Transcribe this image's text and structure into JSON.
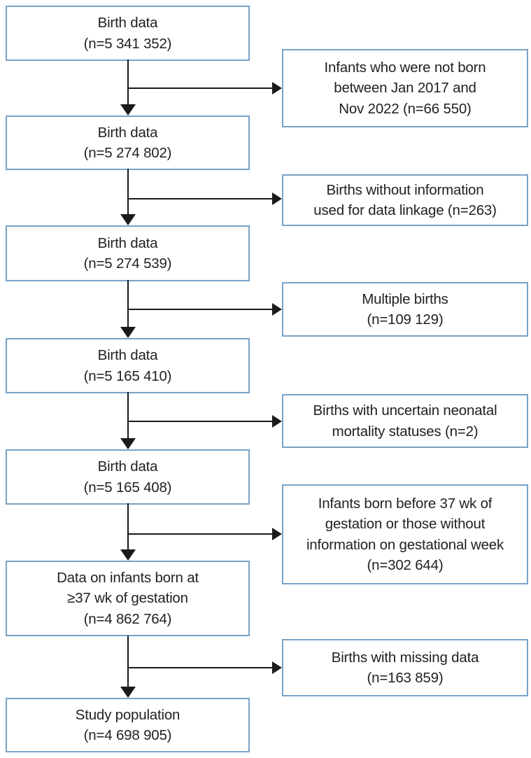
{
  "figure": {
    "type": "study-population-flowchart",
    "colors": {
      "box_border": "#78a2c8",
      "text": "#231f20",
      "arrow": "#1a1a1a",
      "background": "#ffffff"
    }
  },
  "flow": {
    "left_boxes": [
      {
        "label": "Birth data\n(n=5 341 352)"
      },
      {
        "label": "Birth data\n(n=5 274 802)"
      },
      {
        "label": "Birth data\n(n=5 274 539)"
      },
      {
        "label": "Birth data\n(n=5 165 410)"
      },
      {
        "label": "Birth data\n(n=5 165 408)"
      },
      {
        "label": "Data on infants born at\n≥37 wk of gestation\n(n=4 862 764)"
      },
      {
        "label": "Study population\n(n=4 698 905)"
      }
    ],
    "right_boxes": [
      {
        "label": "Infants who were not born\nbetween Jan 2017 and\nNov 2022 (n=66 550)"
      },
      {
        "label": "Births without information\nused for data linkage (n=263)"
      },
      {
        "label": "Multiple births\n(n=109 129)"
      },
      {
        "label": "Births with uncertain neonatal\nmortality statuses (n=2)"
      },
      {
        "label": "Infants born before 37 wk of\ngestation or those without\ninformation on gestational week\n(n=302 644)"
      },
      {
        "label": "Births with missing data\n(n=163 859)"
      }
    ]
  }
}
